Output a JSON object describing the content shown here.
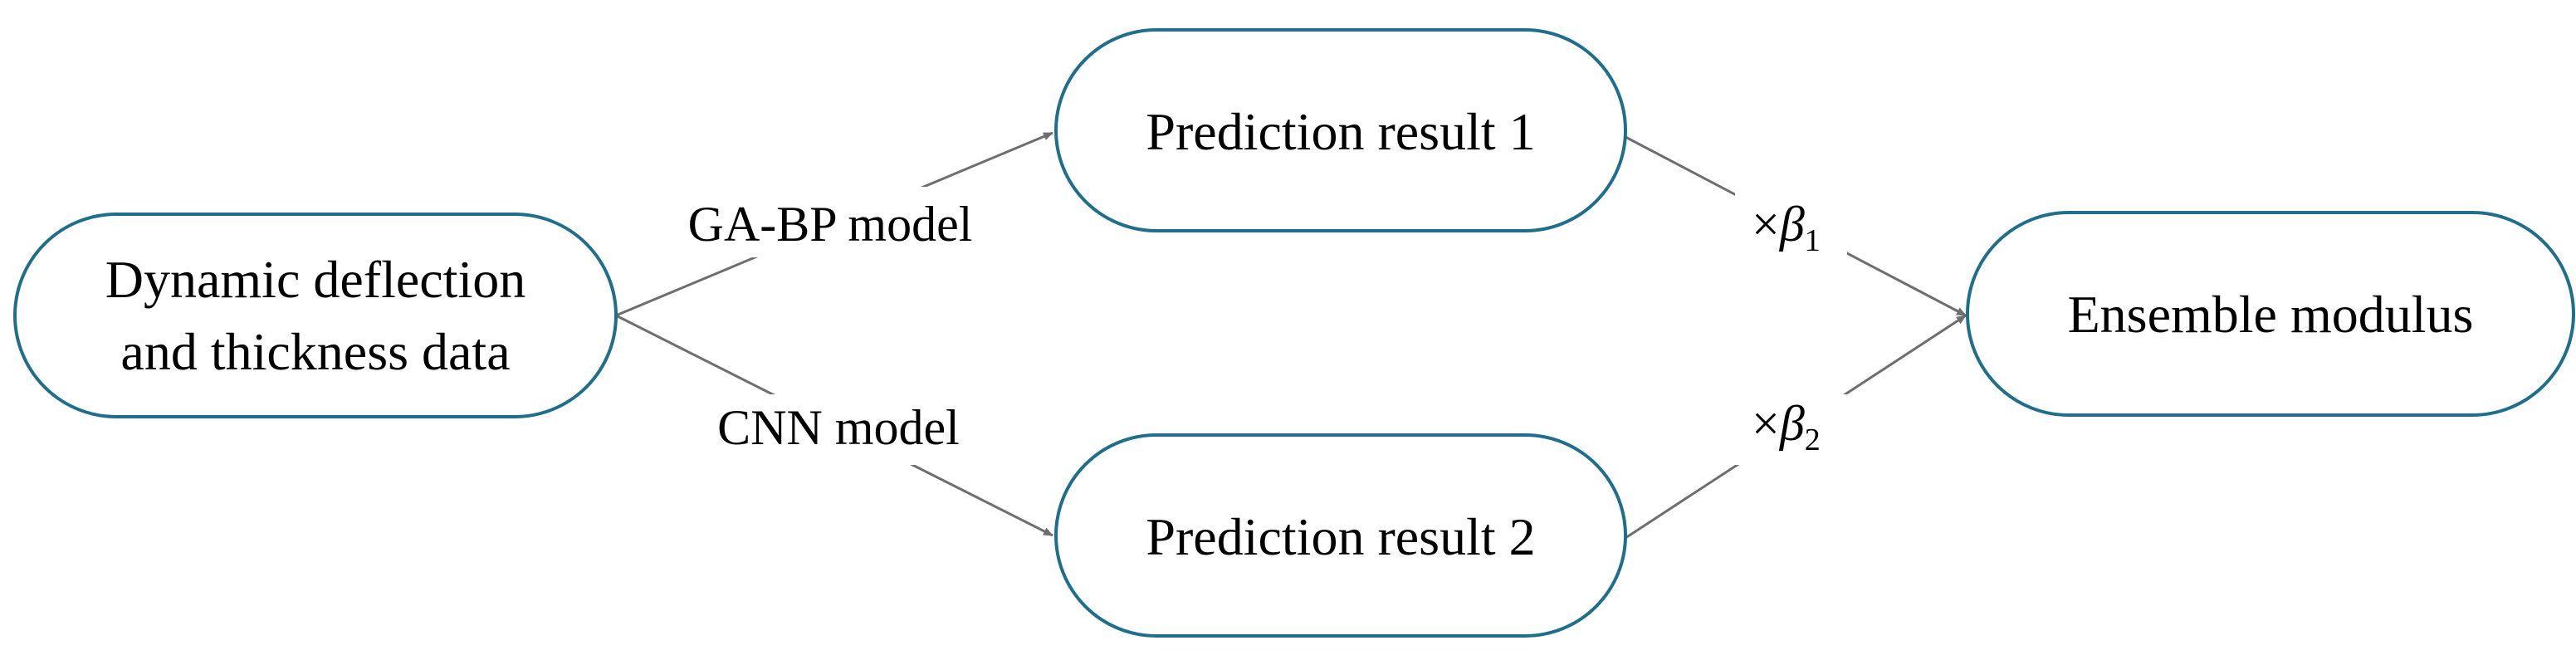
{
  "nodes": {
    "input": {
      "line1": "Dynamic deflection",
      "line2": "and thickness data"
    },
    "result1": {
      "label": "Prediction result 1"
    },
    "result2": {
      "label": "Prediction result 2"
    },
    "output": {
      "label": "Ensemble modulus"
    }
  },
  "edges": {
    "gabp": {
      "label": "GA-BP model"
    },
    "cnn": {
      "label": "CNN model"
    },
    "weight1": {
      "times": "×",
      "symbol": "β",
      "subscript": "1"
    },
    "weight2": {
      "times": "×",
      "symbol": "β",
      "subscript": "2"
    }
  },
  "colors": {
    "node_border": "#1F6E8C",
    "edge_line": "#6E6E6E"
  }
}
